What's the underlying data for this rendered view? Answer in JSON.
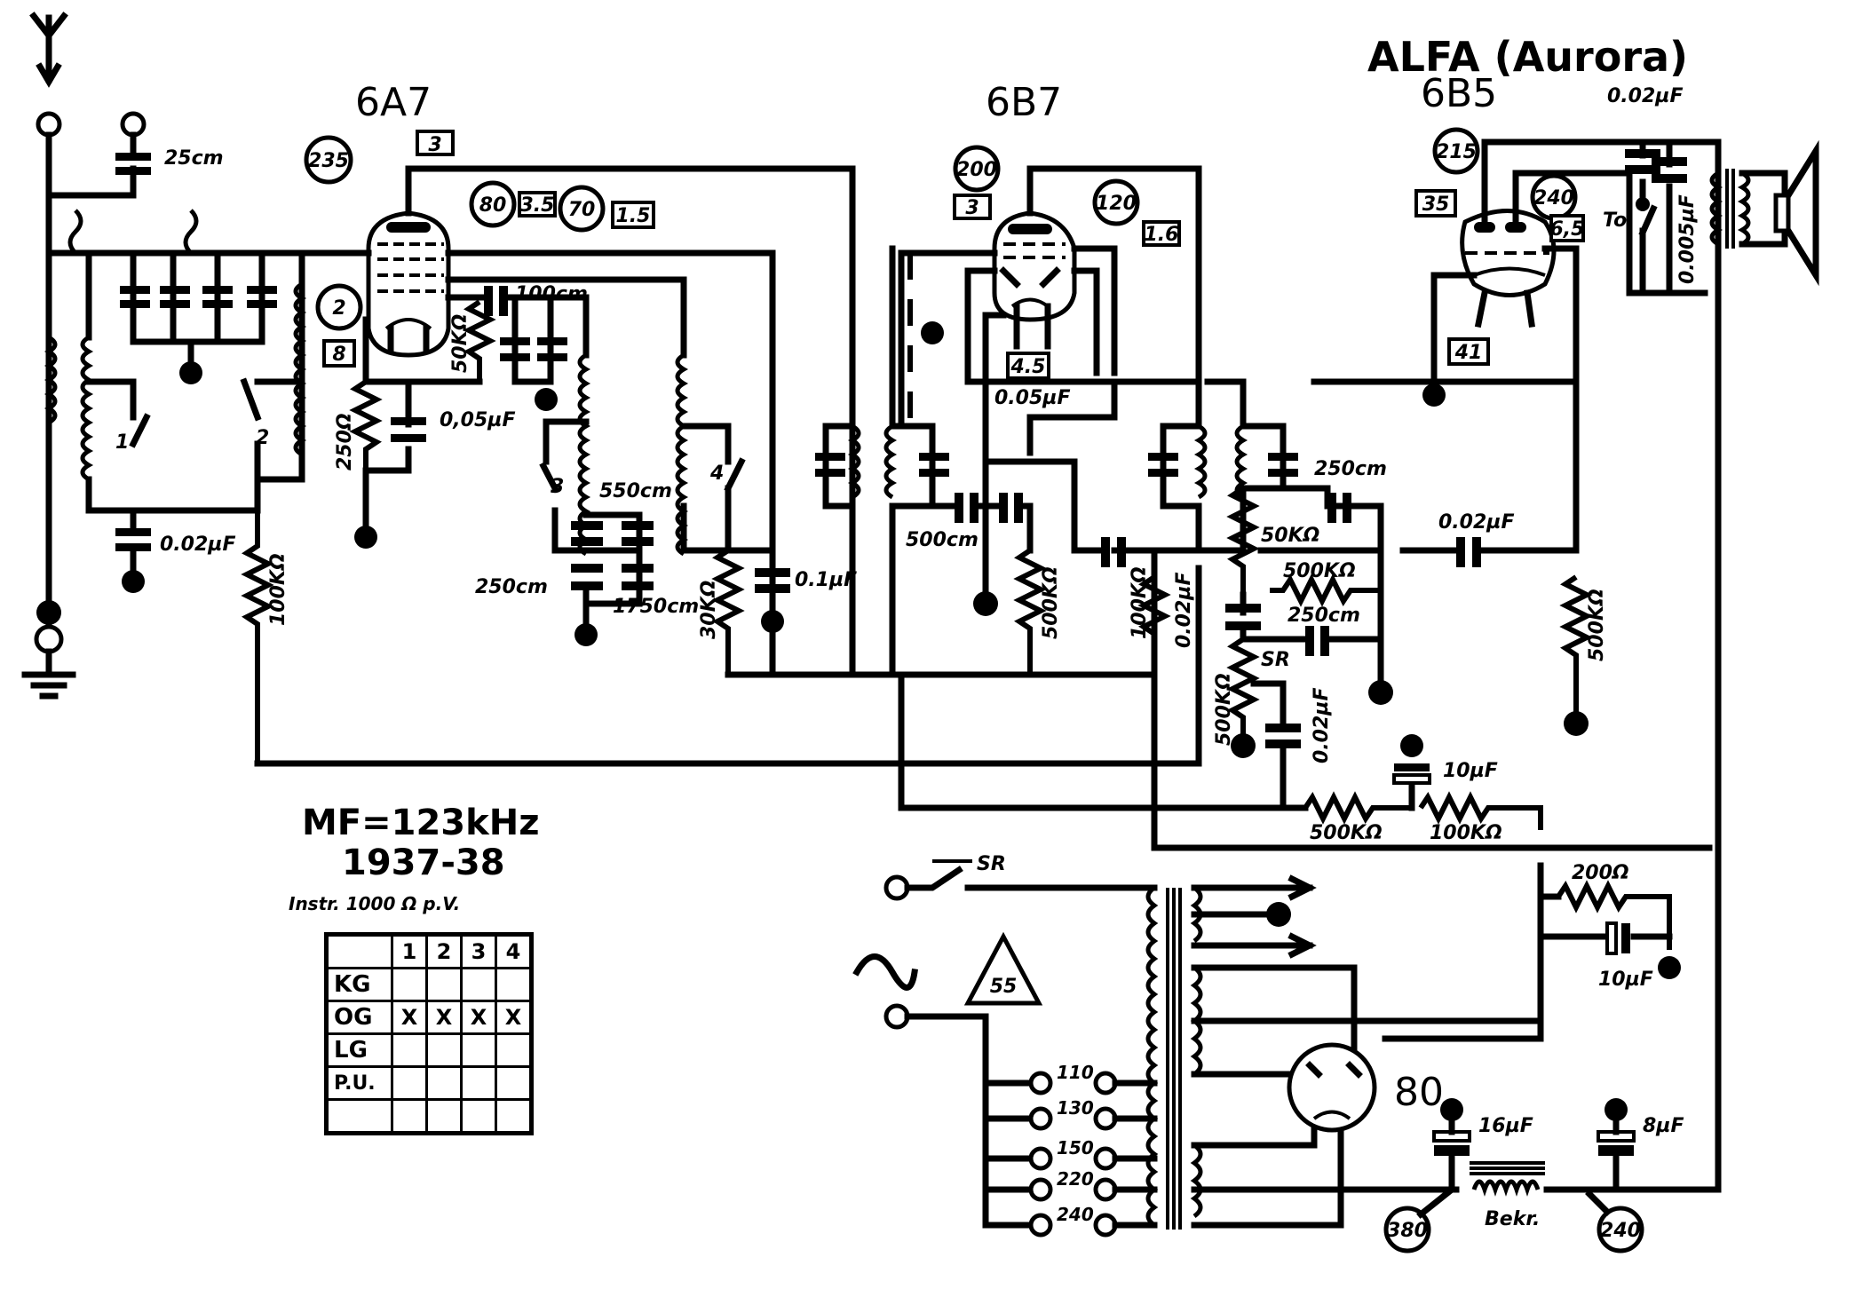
{
  "title": "ALFA (Aurora)",
  "tubes": {
    "converter": "6A7",
    "detector_if": "6B7",
    "output": "6B5",
    "rectifier": "80"
  },
  "info": {
    "if_frequency": "MF=123kHz",
    "years": "1937-38",
    "instrument_note": "Instr. 1000 Ω p.V."
  },
  "switch_table": {
    "columns": [
      "",
      "1",
      "2",
      "3",
      "4"
    ],
    "rows": [
      {
        "label": "KG",
        "cells": [
          "",
          "",
          "",
          ""
        ]
      },
      {
        "label": "OG",
        "cells": [
          "X",
          "X",
          "X",
          "X"
        ]
      },
      {
        "label": "LG",
        "cells": [
          "",
          "",
          "",
          ""
        ]
      },
      {
        "label": "P.U.",
        "cells": [
          "",
          "",
          "",
          ""
        ]
      },
      {
        "label": "",
        "cells": [
          "",
          "",
          "",
          ""
        ]
      }
    ]
  },
  "voltage_circles": {
    "v_6a7_anode": "235",
    "v_6a7_screen": "80",
    "v_6a7_osc": "70",
    "v_6a7_cathode": "2",
    "v_6b7_anode": "200",
    "v_6b7_screen": "120",
    "v_6b5_anode": "215",
    "v_6b5_driver": "240",
    "v_filter_in": "380",
    "v_filter_out": "240"
  },
  "current_boxes": {
    "i_6a7_anode": "3",
    "i_6a7_screen": "3.5",
    "i_6a7_osc": "1.5",
    "i_6a7_cathode": "8",
    "i_6b7_anode": "3",
    "i_6b7_screen": "1.6",
    "i_6b7_cathode": "4.5",
    "i_6b5_anode": "35",
    "i_6b5_driver": "6,5",
    "i_6b5_cathode": "41"
  },
  "component_labels": {
    "c_ant": "25cm",
    "c_avc": "0.02µF",
    "r_avc": "100KΩ",
    "r_cath": "250Ω",
    "c_cath": "0,05µF",
    "r_osc": "50KΩ",
    "c_osc": "100cm",
    "sw1": "1",
    "sw2": "2",
    "sw3": "3",
    "sw4": "4",
    "c_pad1": "550cm",
    "c_pad2": "250cm",
    "c_pad3": "1750cm",
    "r_screen": "30KΩ",
    "c_screen": "0.1µF",
    "c_if": "500cm",
    "c_det": "0.05µF",
    "r_det": "500KΩ",
    "r_load": "100KΩ",
    "c_tone": "0.02µF",
    "c_hf1": "250cm",
    "r_50k": "50KΩ",
    "r_500k_a": "500KΩ",
    "c_hf2": "250cm",
    "sr_label": "SR",
    "pot": "500KΩ",
    "c_pot": "0.02µF",
    "r_dec1": "500KΩ",
    "r_dec2": "100KΩ",
    "c_dec": "10µF",
    "c_couple": "0.02µF",
    "r_grid": "500KΩ",
    "c_out1": "0.02µF",
    "c_out2": "0.005µF",
    "tone_sw": "To",
    "r_bias": "200Ω",
    "c_bias": "10µF",
    "mains_switch": "SR",
    "fuse_rating": "55",
    "taps": [
      "110",
      "130",
      "150",
      "220",
      "240"
    ],
    "c_filter1": "16µF",
    "c_filter2": "8µF",
    "choke": "Bekr."
  }
}
